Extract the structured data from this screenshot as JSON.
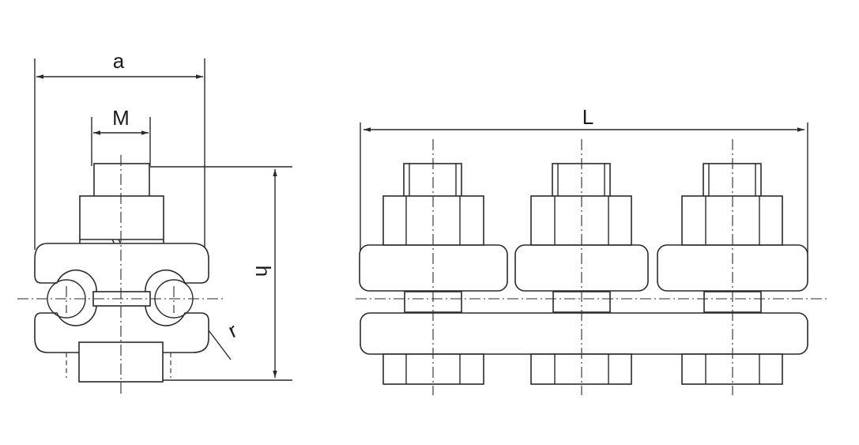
{
  "dimensions": {
    "a": "a",
    "M": "M",
    "h": "h",
    "r": "r",
    "L": "L"
  },
  "colors": {
    "line": "#2a2a2a",
    "background": "#ffffff"
  }
}
